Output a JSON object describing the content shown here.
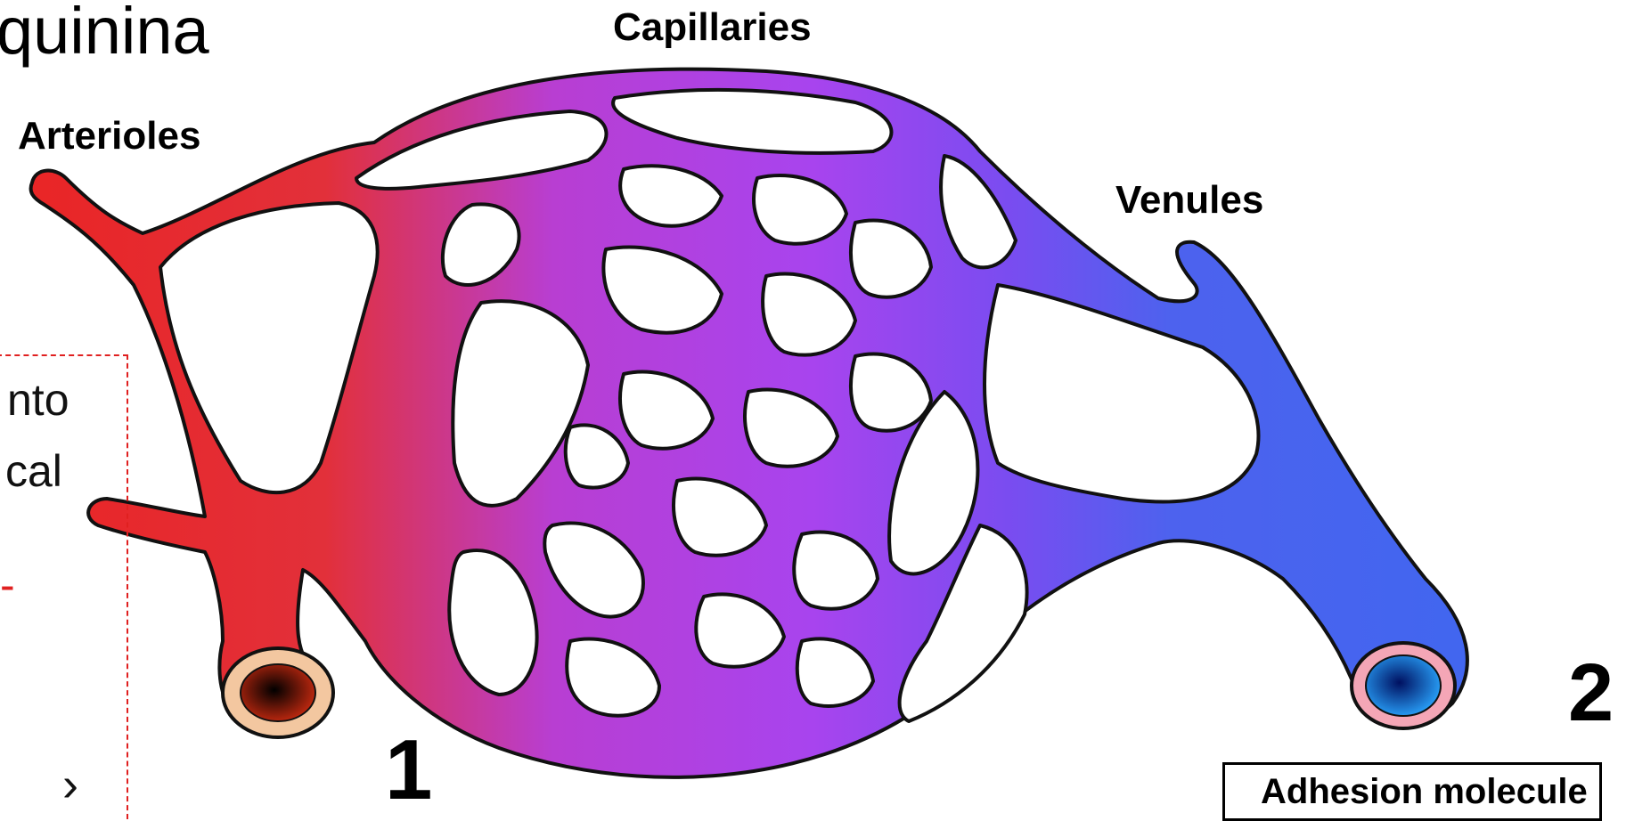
{
  "title": "quinina",
  "labels": {
    "capillaries": "Capillaries",
    "arterioles": "Arterioles",
    "venules": "Venules"
  },
  "side_text": {
    "line1": "nto",
    "line2": "cal",
    "line3": "-",
    "line4": "›"
  },
  "numbers": {
    "one": "1",
    "two": "2"
  },
  "legend_box": {
    "text": "Adhesion molecule"
  },
  "colors": {
    "arteriole": "#e8242a",
    "capillary": "#a83ee8",
    "venule": "#3b63f0",
    "outline": "#111111",
    "lumen_ring": "#f3c7a0",
    "venule_ring": "#f4a6b6",
    "dashed_box": "#e02020"
  }
}
